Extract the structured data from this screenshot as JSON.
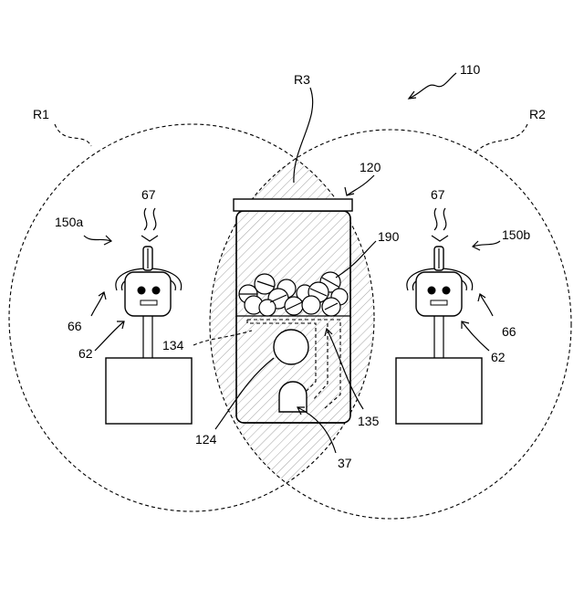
{
  "labels": {
    "system": "110",
    "region_left": "R1",
    "region_right": "R2",
    "region_overlap": "R3",
    "machine": "120",
    "capsules": "190",
    "chute_left": "134",
    "chute_right": "135",
    "coin_slot": "124",
    "outlet": "37",
    "robot_left": "150a",
    "robot_right": "150b",
    "signal_left": "67",
    "signal_right": "67",
    "headset_left": "66",
    "headset_right": "66",
    "face_left": "62",
    "face_right": "62"
  },
  "colors": {
    "line": "#000000",
    "background": "#ffffff",
    "hatch": "#9a9a9a"
  }
}
